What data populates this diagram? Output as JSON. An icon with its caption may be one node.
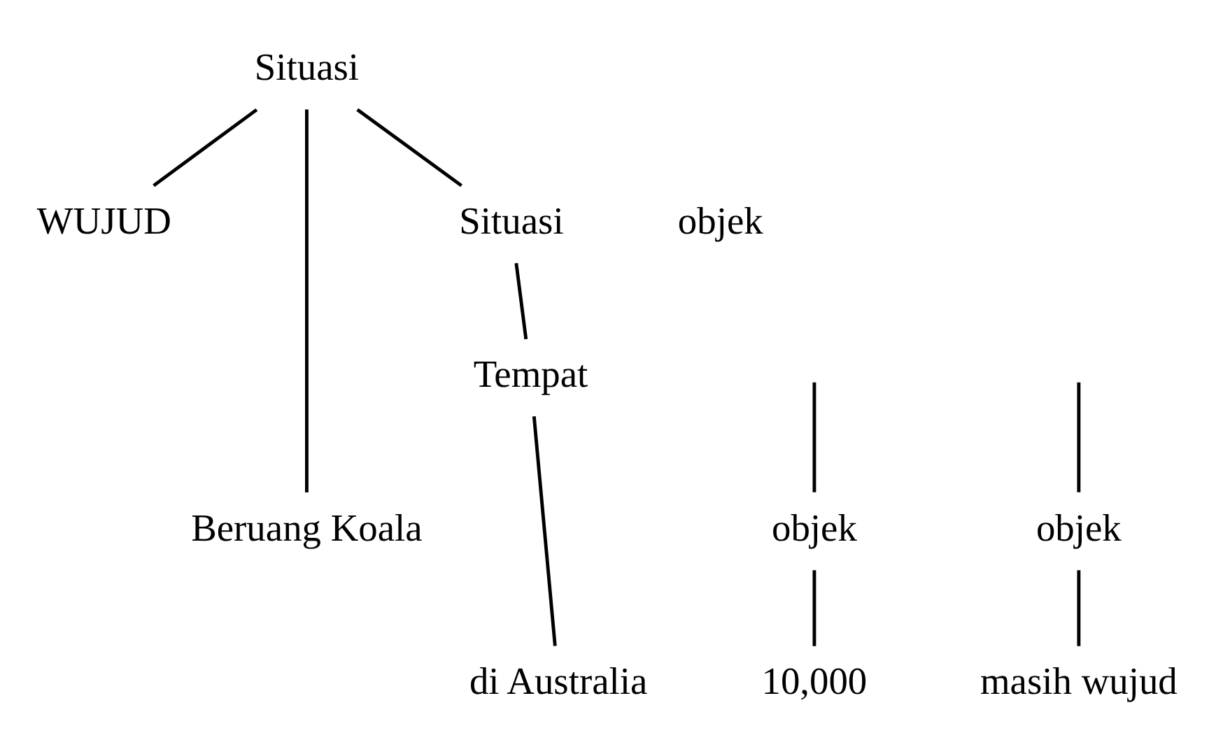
{
  "diagram": {
    "nodes": [
      {
        "text": [
          "Situasi"
        ]
      },
      {
        "text": [
          "WUJUD"
        ]
      },
      {
        "text": [
          "objek"
        ]
      },
      {
        "text": [
          "Beruang Koala"
        ]
      },
      {
        "text": [
          "Situasi"
        ]
      },
      {
        "text": [
          "Tempat"
        ]
      },
      {
        "text": [
          "objek"
        ]
      },
      {
        "text": [
          "objek"
        ]
      },
      {
        "text": [
          "10,000"
        ]
      },
      {
        "text": [
          "masih wujud"
        ]
      },
      {
        "text": [
          "di Australia"
        ]
      }
    ],
    "edges": [
      {
        "from": 0,
        "to": 1,
        "arrow": "none"
      },
      {
        "from": 0,
        "to": 3,
        "arrow": "none"
      },
      {
        "from": 0,
        "to": 4,
        "arrow": "none"
      },
      {
        "from": 4,
        "to": 5,
        "arrow": "none"
      },
      {
        "from": null,
        "to": 6,
        "arrow": "none"
      },
      {
        "from": null,
        "to": 7,
        "arrow": "none"
      },
      {
        "from": 6,
        "to": 8,
        "arrow": "none"
      },
      {
        "from": 7,
        "to": 9,
        "arrow": "none"
      },
      {
        "from": 5,
        "to": 10,
        "arrow": "none"
      }
    ]
  }
}
